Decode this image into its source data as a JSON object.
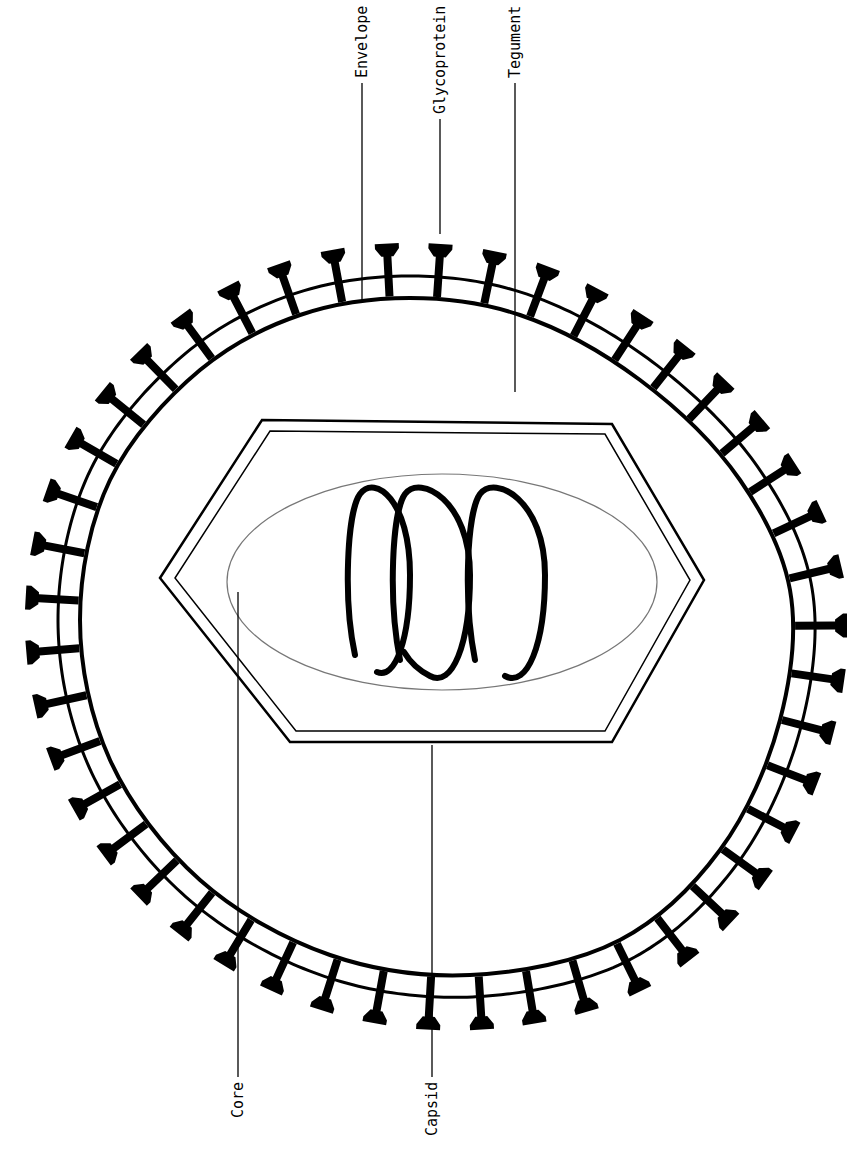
{
  "diagram": {
    "labels": [
      "Envelope",
      "Glycoprotein",
      "Tegument",
      "Core",
      "Capsid"
    ]
  }
}
